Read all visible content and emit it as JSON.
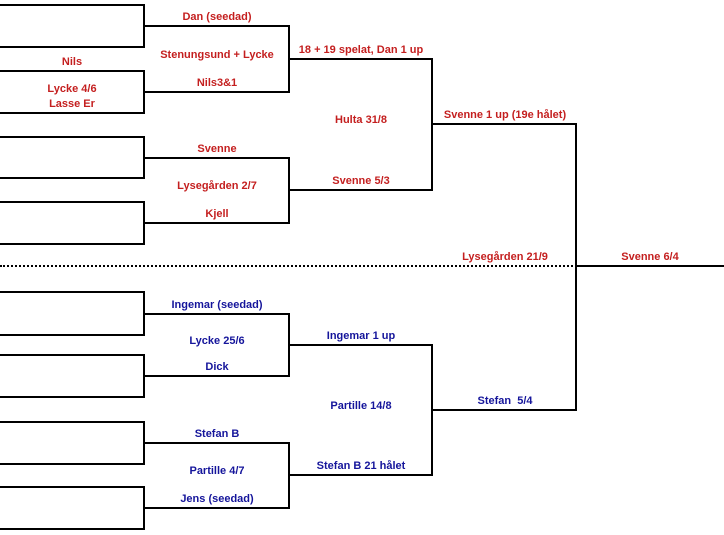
{
  "meta": {
    "type": "tournament-bracket",
    "language": "Swedish",
    "colors": {
      "top_half_text": "#c41f1f",
      "bottom_half_text": "#15159b",
      "lines": "#000000",
      "background": "#ffffff"
    }
  },
  "bracket": {
    "round1": {
      "match_nils": {
        "player_top": "Nils",
        "venue_date": "Lycke 4/6",
        "player_bottom": "Lasse Er"
      }
    },
    "round2": {
      "match1": {
        "player_top": "Dan (seedad)",
        "venue_date": "Stenungsund + Lycke",
        "player_bottom": "Nils3&1"
      },
      "match2": {
        "player_top": "Svenne",
        "venue_date": "Lysegården 2/7",
        "player_bottom": "Kjell"
      },
      "match3": {
        "player_top": "Ingemar (seedad)",
        "venue_date": "Lycke 25/6",
        "player_bottom": "Dick"
      },
      "match4": {
        "player_top": "Stefan B",
        "venue_date": "Partille 4/7",
        "player_bottom": "Jens (seedad)"
      }
    },
    "semifinals": {
      "top": {
        "player_top": "18 + 19 spelat, Dan 1 up",
        "venue_date": "Hulta 31/8",
        "player_bottom": "Svenne 5/3"
      },
      "bottom": {
        "player_top": "Ingemar 1 up",
        "venue_date": "Partille 14/8",
        "player_bottom": "Stefan B 21 hålet"
      }
    },
    "final": {
      "player_top": "Svenne 1 up (19e hålet)",
      "venue_date": "Lysegården 21/9",
      "player_bottom": "Stefan  5/4"
    },
    "champion": "Svenne 6/4"
  }
}
